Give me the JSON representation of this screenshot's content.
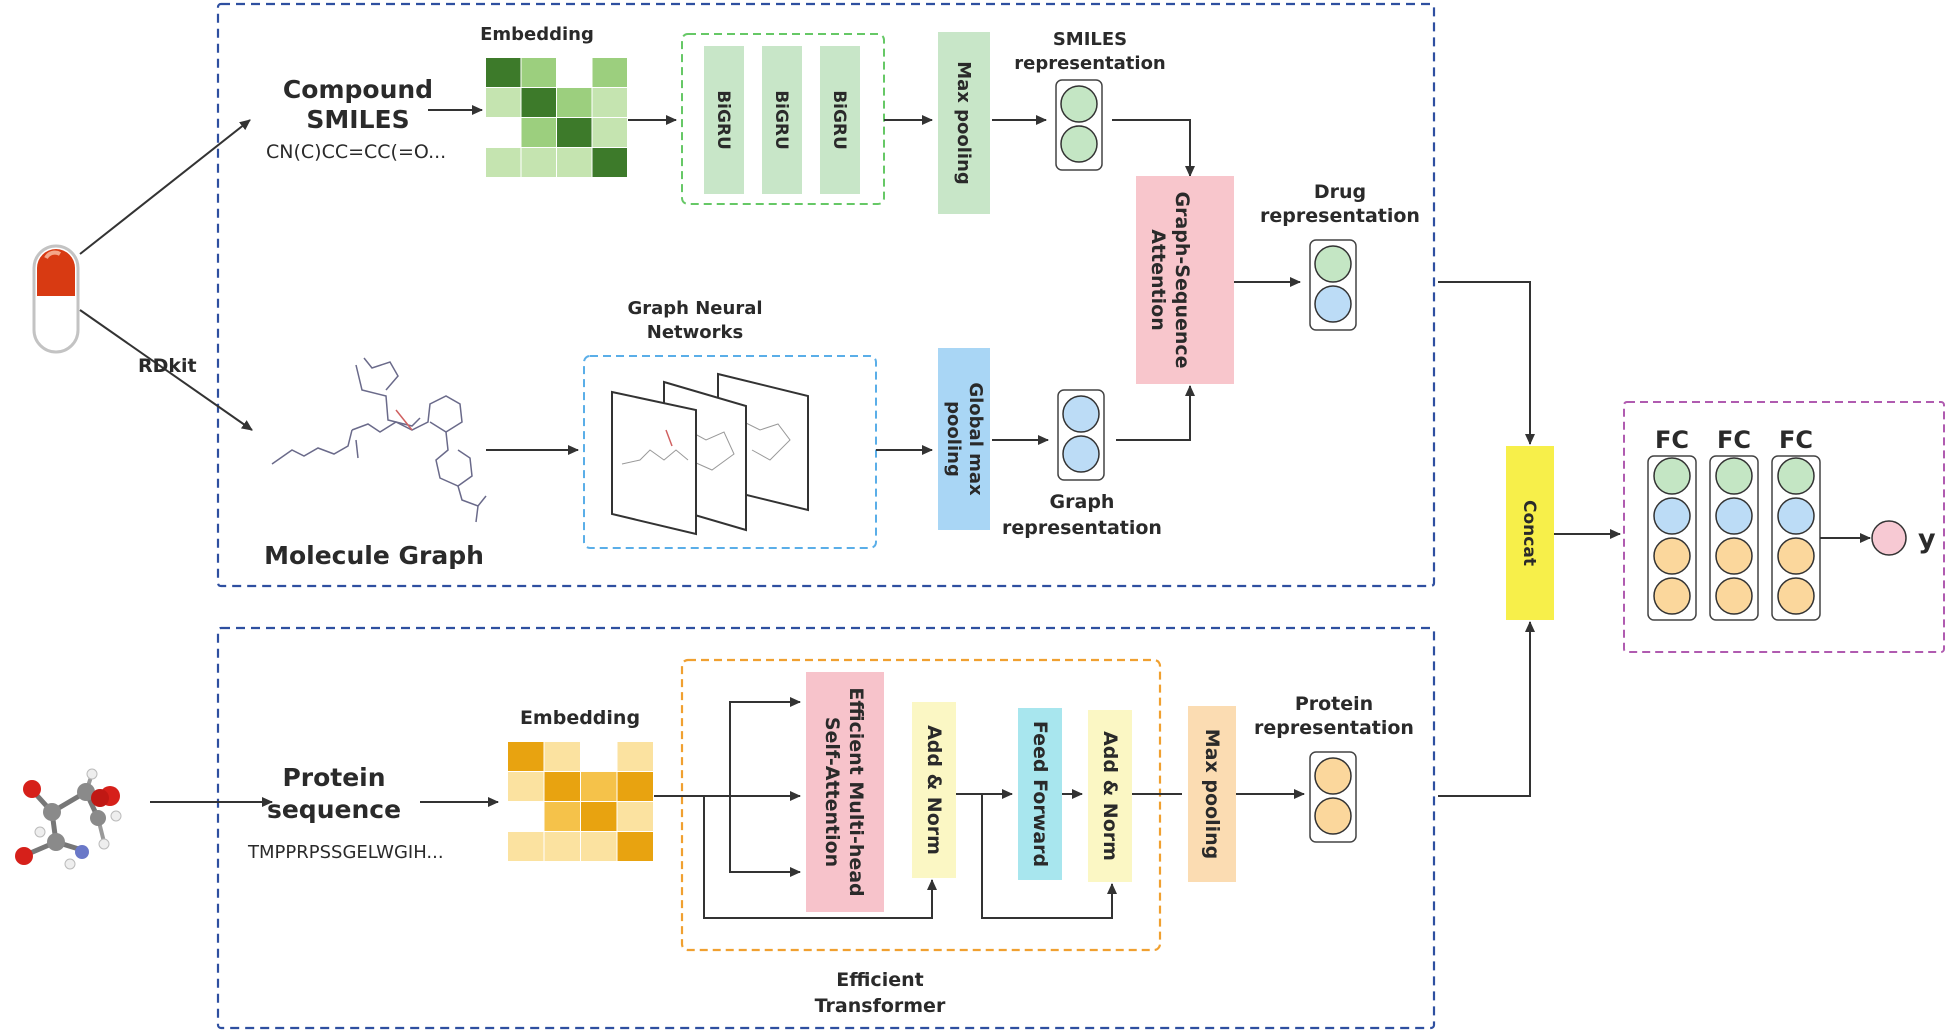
{
  "drug_branch": {
    "compound_title_line1": "Compound",
    "compound_title_line2": "SMILES",
    "smiles_text": "CN(C)CC=CC(=O...",
    "embedding_label": "Embedding",
    "bigru_labels": [
      "BiGRU",
      "BiGRU",
      "BiGRU"
    ],
    "max_pooling_label": "Max pooling",
    "smiles_rep_line1": "SMILES",
    "smiles_rep_line2": "representation",
    "rdkit_label": "RDkit",
    "gnn_line1": "Graph Neural",
    "gnn_line2": "Networks",
    "molecule_graph_label": "Molecule Graph",
    "global_max_pool_line1": "Global max",
    "global_max_pool_line2": "pooling",
    "graph_rep_line1": "Graph",
    "graph_rep_line2": "representation",
    "attention_line1": "Graph-Sequence",
    "attention_line2": "Attention",
    "drug_rep_line1": "Drug",
    "drug_rep_line2": "representation"
  },
  "protein_branch": {
    "title_line1": "Protein",
    "title_line2": "sequence",
    "sequence_text": "TMPPRPSSGELWGIH...",
    "embedding_label": "Embedding",
    "mha_line1": "Efficient Multi-head",
    "mha_line2": "Self-Attention",
    "add_norm_label": "Add & Norm",
    "feed_forward_label": "Feed Forward",
    "max_pooling_label": "Max pooling",
    "transformer_line1": "Efficient",
    "transformer_line2": "Transformer",
    "protein_rep_line1": "Protein",
    "protein_rep_line2": "representation"
  },
  "head": {
    "concat_label": "Concat",
    "fc_labels": [
      "FC",
      "FC",
      "FC"
    ],
    "output_label": "y"
  },
  "colors": {
    "drug_frame": "#2e4fa0",
    "green": "#c4e6c4",
    "blue": "#bcdcf6",
    "orange": "#fbd79c",
    "pink_out": "#f7c9d3",
    "attention": "#f8c6cc",
    "concat": "#f7ef4a",
    "bigru": "#c8e6c8",
    "global_pool": "#a9d6f5",
    "mha": "#f7c3cb",
    "add_norm": "#fbf7c4",
    "feed_forward": "#a8e6ee",
    "max_pool_protein": "#fbdcb2",
    "fc_frame": "#b05bb0",
    "transformer_frame": "#f0a030",
    "gnn_frame": "#5aaee8",
    "bigru_frame": "#66c866"
  }
}
